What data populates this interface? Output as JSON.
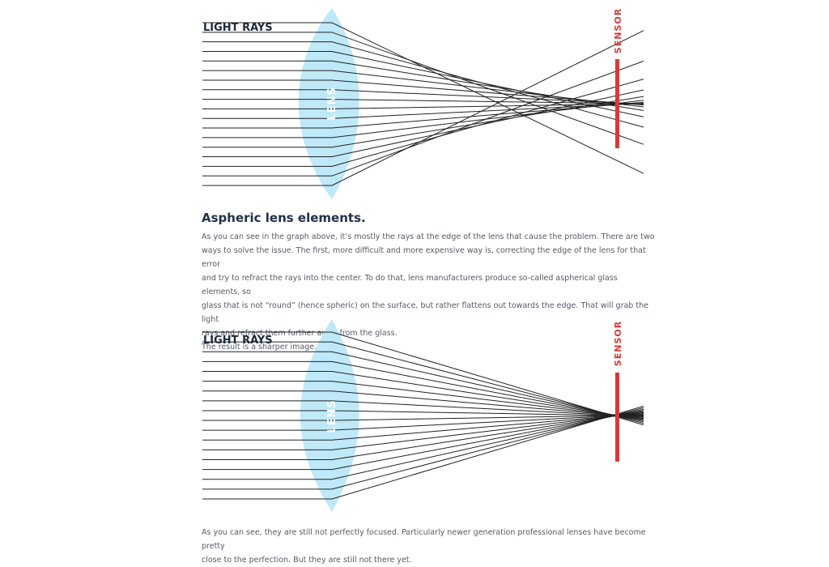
{
  "diagram_top": {
    "rays_label": "LIGHT RAYS",
    "lens_label": "LENS",
    "sensor_label": "SENSOR"
  },
  "section": {
    "heading": "Aspheric lens elements.",
    "paragraph_lines": [
      "As you can see in the graph above, it’s mostly the rays at the edge of the lens that cause the problem. There are two",
      "ways to solve the issue. The first, more difficult and more expensive way is, correcting the edge of the lens for that error",
      "and try to refract the rays into the center. To do that, lens manufacturers produce so-called aspherical glass elements, so",
      "glass that is not “round” (hence spheric) on the surface, but rather flattens out towards the edge. That will grab the light",
      "rays and refract them further away from the glass.",
      "The result is a sharper image."
    ]
  },
  "diagram_bottom": {
    "rays_label": "LIGHT RAYS",
    "lens_label": "LENS",
    "sensor_label": "SENSOR"
  },
  "footer": {
    "paragraph_lines": [
      "As you can see, they are still not perfectly focused. Particularly newer generation professional lenses have become pretty",
      "close to the perfection. But they are still not there yet."
    ]
  },
  "colors": {
    "lens_fill": "#bfe9f8",
    "sensor": "#d63b3b",
    "ray": "#222222",
    "heading": "#22304a",
    "body_text": "#555a66"
  }
}
